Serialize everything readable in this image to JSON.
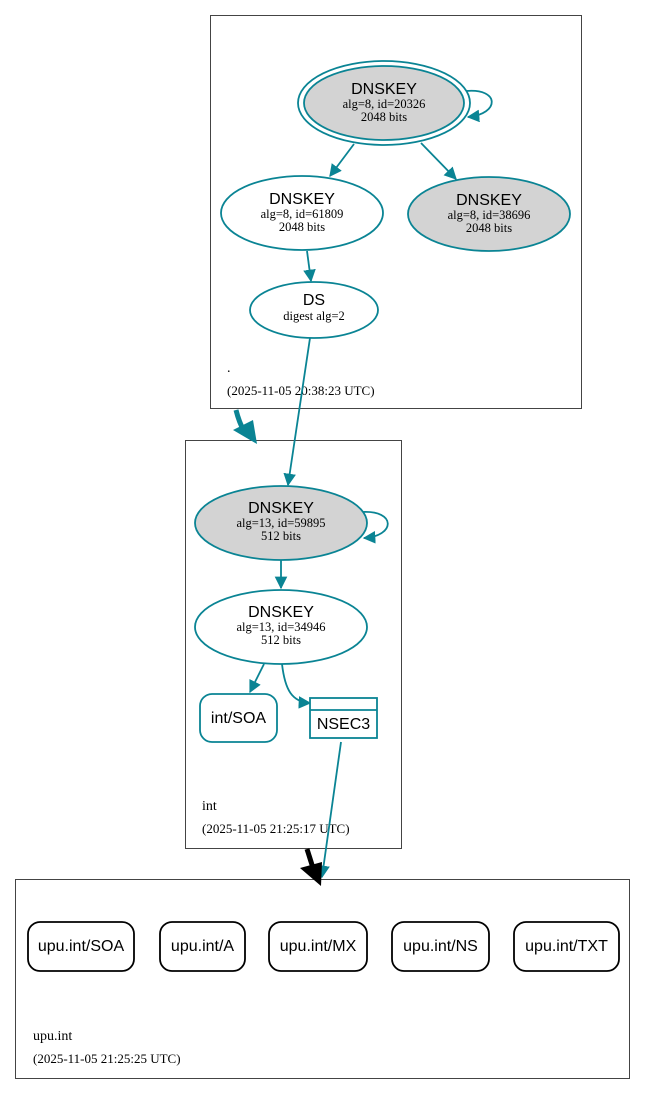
{
  "colors": {
    "accent": "#0a8494",
    "grey_fill": "#d3d3d3",
    "black": "#000000",
    "zone_border": "#444444"
  },
  "zones": {
    "root": {
      "name": ".",
      "timestamp": "(2025-11-05 20:38:23 UTC)"
    },
    "int": {
      "name": "int",
      "timestamp": "(2025-11-05 21:25:17 UTC)"
    },
    "upu": {
      "name": "upu.int",
      "timestamp": "(2025-11-05 21:25:25 UTC)"
    }
  },
  "nodes": {
    "root_ksk": {
      "title": "DNSKEY",
      "line1": "alg=8, id=20326",
      "line2": "2048 bits"
    },
    "root_zsk": {
      "title": "DNSKEY",
      "line1": "alg=8, id=61809",
      "line2": "2048 bits"
    },
    "root_key3": {
      "title": "DNSKEY",
      "line1": "alg=8, id=38696",
      "line2": "2048 bits"
    },
    "root_ds": {
      "title": "DS",
      "line1": "digest alg=2"
    },
    "int_ksk": {
      "title": "DNSKEY",
      "line1": "alg=13, id=59895",
      "line2": "512 bits"
    },
    "int_zsk": {
      "title": "DNSKEY",
      "line1": "alg=13, id=34946",
      "line2": "512 bits"
    },
    "int_soa": {
      "label": "int/SOA"
    },
    "int_nsec3": {
      "label": "NSEC3"
    },
    "upu_soa": {
      "label": "upu.int/SOA"
    },
    "upu_a": {
      "label": "upu.int/A"
    },
    "upu_mx": {
      "label": "upu.int/MX"
    },
    "upu_ns": {
      "label": "upu.int/NS"
    },
    "upu_txt": {
      "label": "upu.int/TXT"
    }
  }
}
